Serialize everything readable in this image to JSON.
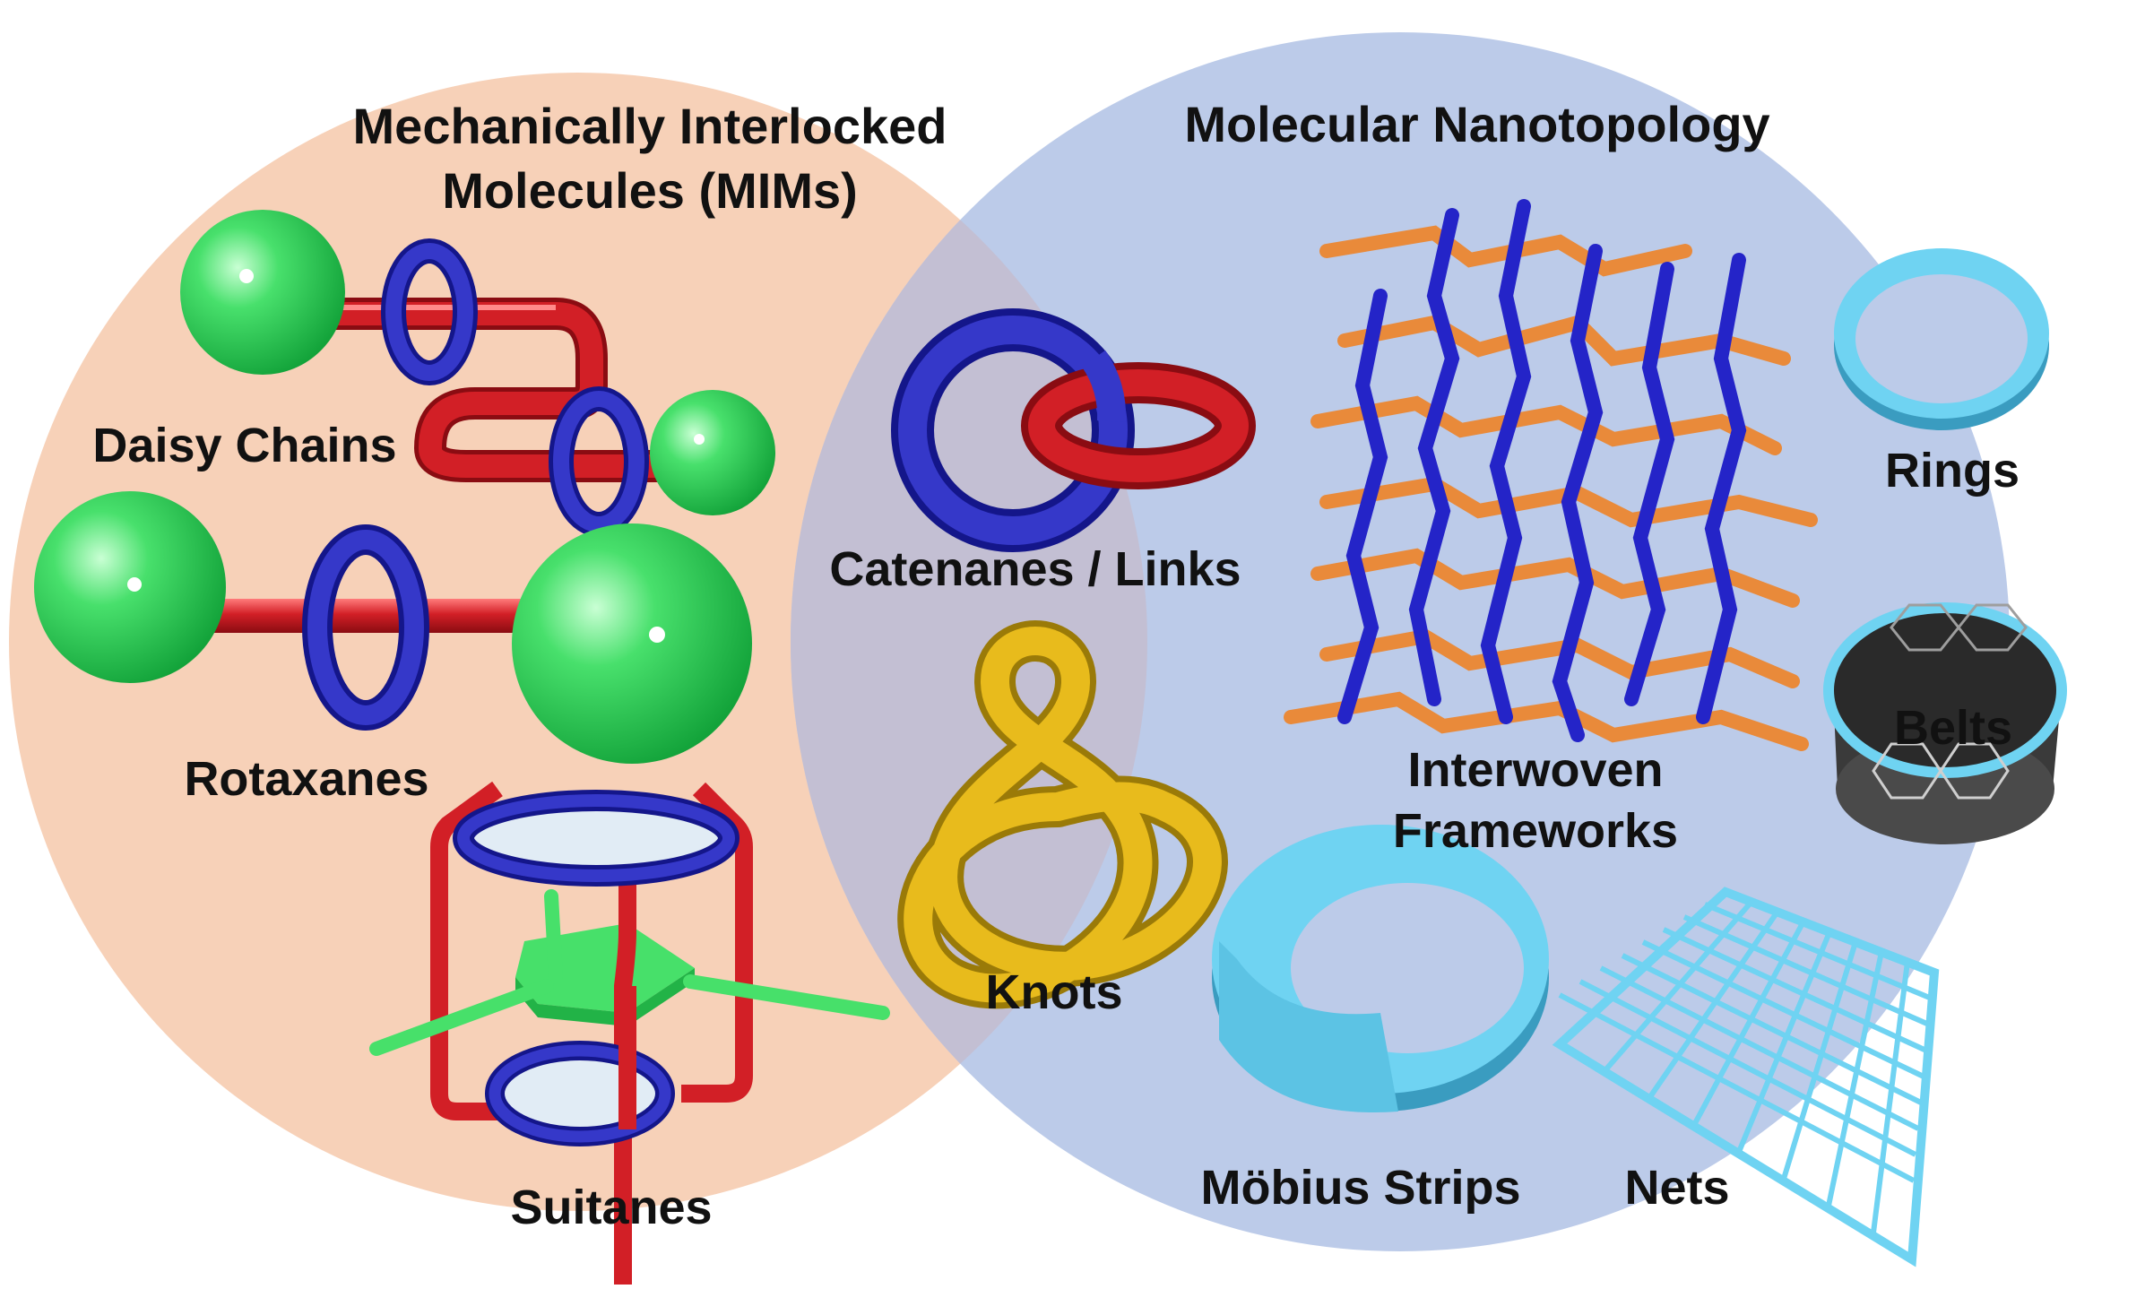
{
  "venn": {
    "left_title_line1": "Mechanically Interlocked",
    "left_title_line2": "Molecules (MIMs)",
    "right_title": "Molecular Nanotopology",
    "left_color": "#f7d1b8",
    "right_color": "#bccbe9",
    "overlap_color": "#c3bfd3"
  },
  "labels": {
    "daisy_chains": "Daisy Chains",
    "rotaxanes": "Rotaxanes",
    "suitanes": "Suitanes",
    "catenanes": "Catenanes / Links",
    "knots": "Knots",
    "interwoven_line1": "Interwoven",
    "interwoven_line2": "Frameworks",
    "rings": "Rings",
    "belts": "Belts",
    "mobius": "Möbius Strips",
    "nets": "Nets"
  },
  "colors": {
    "stopper_green": "#3ddc62",
    "axle_red": "#d21f26",
    "ring_blue": "#2a2fb5",
    "knot_yellow": "#e8bb1c",
    "framework_orange": "#e98a3a",
    "framework_blue": "#2424c8",
    "cyan": "#6fd3f2"
  }
}
